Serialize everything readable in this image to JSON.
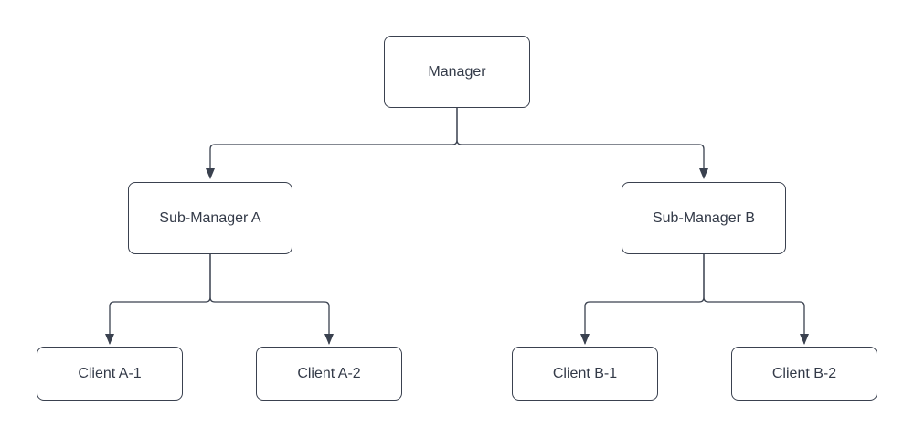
{
  "diagram": {
    "type": "org-chart",
    "background": "#ffffff",
    "colors": {
      "node_border": "#3a414f",
      "node_fill": "#ffffff",
      "text": "#333a48",
      "connector": "#3a414f"
    },
    "nodes": [
      {
        "id": "manager",
        "label": "Manager",
        "level": 1
      },
      {
        "id": "sub-manager-a",
        "label": "Sub-Manager A",
        "level": 2
      },
      {
        "id": "sub-manager-b",
        "label": "Sub-Manager B",
        "level": 2
      },
      {
        "id": "client-a1",
        "label": "Client A-1",
        "level": 3
      },
      {
        "id": "client-a2",
        "label": "Client A-2",
        "level": 3
      },
      {
        "id": "client-b1",
        "label": "Client B-1",
        "level": 3
      },
      {
        "id": "client-b2",
        "label": "Client B-2",
        "level": 3
      }
    ],
    "edges": [
      {
        "from": "manager",
        "to": "sub-manager-a",
        "style": "elbow-arrow"
      },
      {
        "from": "manager",
        "to": "sub-manager-b",
        "style": "elbow-arrow"
      },
      {
        "from": "sub-manager-a",
        "to": "client-a1",
        "style": "elbow-arrow"
      },
      {
        "from": "sub-manager-a",
        "to": "client-a2",
        "style": "elbow-arrow"
      },
      {
        "from": "sub-manager-b",
        "to": "client-b1",
        "style": "elbow-arrow"
      },
      {
        "from": "sub-manager-b",
        "to": "client-b2",
        "style": "elbow-arrow"
      }
    ]
  }
}
